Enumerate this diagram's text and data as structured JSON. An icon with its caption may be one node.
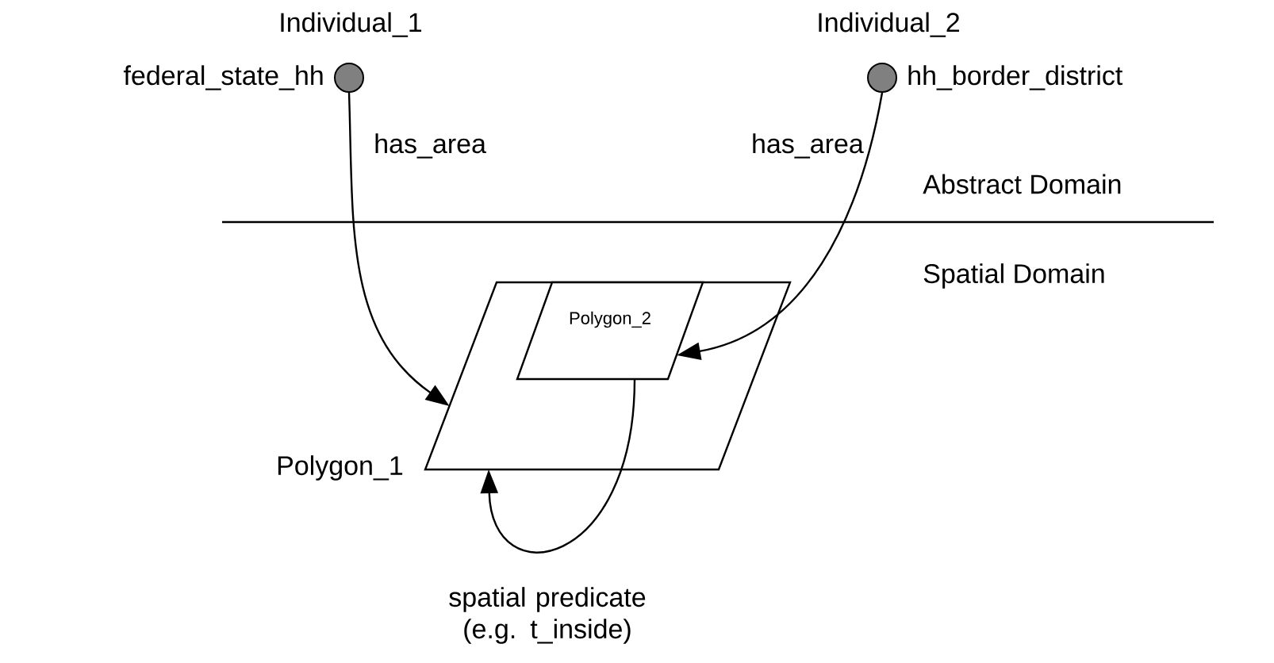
{
  "diagram": {
    "nodes": [
      {
        "text": [
          "Individual_1",
          "federal_state_hh"
        ]
      },
      {
        "text": [
          "Individual_2",
          "hh_border_district"
        ]
      },
      {
        "text": [
          "Polygon_1"
        ]
      },
      {
        "text": [
          "Polygon_2"
        ],
        "in": 2
      }
    ],
    "edges": [
      {
        "from": 0,
        "to": 2,
        "arrow": "to",
        "label": "has_area"
      },
      {
        "from": 1,
        "to": 3,
        "arrow": "to",
        "label": "has_area"
      },
      {
        "from": 3,
        "to": 2,
        "arrow": "to",
        "label": "spatial predicate (e.g. t_inside)"
      }
    ],
    "labels": [
      "Abstract Domain",
      "Spatial Domain"
    ]
  }
}
